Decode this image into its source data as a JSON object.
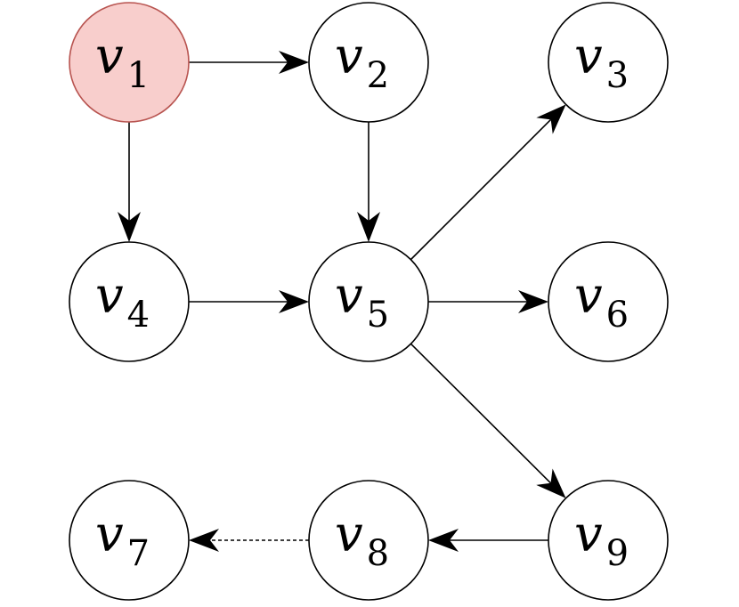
{
  "colors": {
    "highlight_fill": "#f8cecc",
    "highlight_stroke": "#b85450",
    "stroke": "#000000",
    "background": "#ffffff"
  },
  "nodes": [
    {
      "id": "v1",
      "var": "v",
      "sub": "1",
      "highlight": true
    },
    {
      "id": "v2",
      "var": "v",
      "sub": "2",
      "highlight": false
    },
    {
      "id": "v3",
      "var": "v",
      "sub": "3",
      "highlight": false
    },
    {
      "id": "v4",
      "var": "v",
      "sub": "4",
      "highlight": false
    },
    {
      "id": "v5",
      "var": "v",
      "sub": "5",
      "highlight": false
    },
    {
      "id": "v6",
      "var": "v",
      "sub": "6",
      "highlight": false
    },
    {
      "id": "v7",
      "var": "v",
      "sub": "7",
      "highlight": false
    },
    {
      "id": "v8",
      "var": "v",
      "sub": "8",
      "highlight": false
    },
    {
      "id": "v9",
      "var": "v",
      "sub": "9",
      "highlight": false
    }
  ],
  "edges": [
    {
      "from": "v1",
      "to": "v2",
      "style": "solid"
    },
    {
      "from": "v1",
      "to": "v4",
      "style": "solid"
    },
    {
      "from": "v2",
      "to": "v5",
      "style": "solid"
    },
    {
      "from": "v4",
      "to": "v5",
      "style": "solid"
    },
    {
      "from": "v5",
      "to": "v3",
      "style": "solid"
    },
    {
      "from": "v5",
      "to": "v6",
      "style": "solid"
    },
    {
      "from": "v5",
      "to": "v9",
      "style": "solid"
    },
    {
      "from": "v9",
      "to": "v8",
      "style": "solid"
    },
    {
      "from": "v8",
      "to": "v7",
      "style": "dashed"
    }
  ]
}
